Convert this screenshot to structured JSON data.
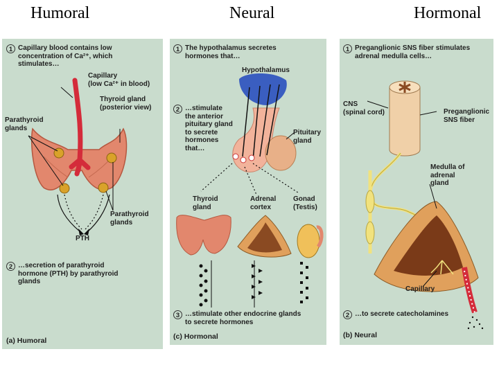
{
  "headings": {
    "left": "Humoral",
    "middle": "Neural",
    "right": "Hormonal"
  },
  "humoral": {
    "step1": "Capillary blood contains low\nconcentration of Ca²⁺, which\nstimulates…",
    "step1_num": "1",
    "capillary": "Capillary\n(low Ca²⁺ in blood)",
    "thyroid": "Thyroid gland\n(posterior view)",
    "parathyroid_left": "Parathyroid\nglands",
    "parathyroid_right": "Parathyroid\nglands",
    "pth": "PTH",
    "step2": "…secretion of parathyroid\nhormone (PTH) by parathyroid\nglands",
    "step2_num": "2",
    "caption": "(a) Humoral"
  },
  "hormonal_panel": {
    "step1": "The hypothalamus secretes\nhormones that…",
    "step1_num": "1",
    "hypothalamus": "Hypothalamus",
    "step2": "…stimulate\nthe anterior\npituitary gland\nto secrete\nhormones\nthat…",
    "step2_num": "2",
    "pituitary": "Pituitary\ngland",
    "thyroid": "Thyroid\ngland",
    "adrenal": "Adrenal\ncortex",
    "gonad": "Gonad\n(Testis)",
    "step3": "…stimulate other endocrine glands\nto secrete hormones",
    "step3_num": "3",
    "caption": "(c) Hormonal"
  },
  "neural_panel": {
    "step1": "Preganglionic SNS fiber stimulates\nadrenal medulla cells…",
    "step1_num": "1",
    "cns": "CNS\n(spinal cord)",
    "preganglionic": "Preganglionic\nSNS fiber",
    "medulla": "Medulla of\nadrenal\ngland",
    "capillary": "Capillary",
    "step2": "…to secrete catecholamines",
    "step2_num": "2",
    "caption": "(b) Neural"
  },
  "colors": {
    "panel_bg": "#c9dccd",
    "gland_tissue": "#e2876d",
    "blood_vessel": "#d42b3a",
    "parathyroid": "#d9a22a",
    "nerve_fiber": "#f1e27e",
    "hypothalamus": "#3a5ec0",
    "pituitary": "#f2b39b"
  }
}
